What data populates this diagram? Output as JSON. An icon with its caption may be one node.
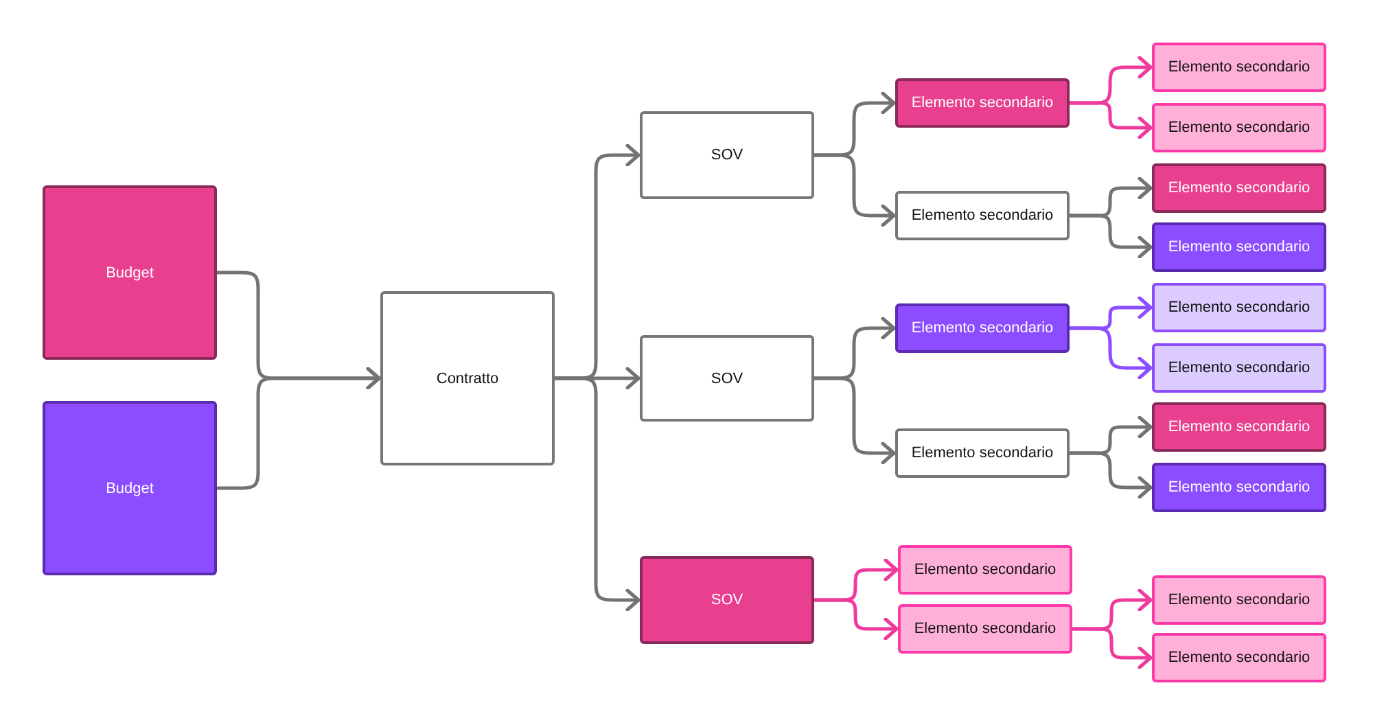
{
  "diagram": {
    "nodes": [
      {
        "text": [
          "Budget"
        ]
      },
      {
        "text": [
          "Budget"
        ]
      },
      {
        "text": [
          "Contratto"
        ]
      },
      {
        "text": [
          "SOV"
        ]
      },
      {
        "text": [
          "SOV"
        ]
      },
      {
        "text": [
          "SOV"
        ]
      },
      {
        "text": [
          "Elemento secondario"
        ]
      },
      {
        "text": [
          "Elemento secondario"
        ]
      },
      {
        "text": [
          "Elemento secondario"
        ]
      },
      {
        "text": [
          "Elemento secondario"
        ]
      },
      {
        "text": [
          "Elemento secondario"
        ]
      },
      {
        "text": [
          "Elemento secondario"
        ]
      },
      {
        "text": [
          "Elemento secondario"
        ]
      },
      {
        "text": [
          "Elemento secondario"
        ]
      },
      {
        "text": [
          "Elemento secondario"
        ]
      },
      {
        "text": [
          "Elemento secondario"
        ]
      },
      {
        "text": [
          "Elemento secondario"
        ]
      },
      {
        "text": [
          "Elemento secondario"
        ]
      },
      {
        "text": [
          "Elemento secondario"
        ]
      },
      {
        "text": [
          "Elemento secondario"
        ]
      },
      {
        "text": [
          "Elemento secondario"
        ]
      },
      {
        "text": [
          "Elemento secondario"
        ]
      }
    ],
    "edges": [
      {
        "from": 0,
        "to": 2,
        "arrow": "to"
      },
      {
        "from": 1,
        "to": 2,
        "arrow": "to"
      },
      {
        "from": 2,
        "to": 3,
        "arrow": "to"
      },
      {
        "from": 2,
        "to": 4,
        "arrow": "to"
      },
      {
        "from": 2,
        "to": 5,
        "arrow": "to"
      },
      {
        "from": 3,
        "to": 6,
        "arrow": "to"
      },
      {
        "from": 3,
        "to": 7,
        "arrow": "to"
      },
      {
        "from": 4,
        "to": 8,
        "arrow": "to"
      },
      {
        "from": 4,
        "to": 9,
        "arrow": "to"
      },
      {
        "from": 5,
        "to": 10,
        "arrow": "to",
        "color": "#ee3a9c"
      },
      {
        "from": 5,
        "to": 11,
        "arrow": "to",
        "color": "#ee3a9c"
      },
      {
        "from": 6,
        "to": 12,
        "arrow": "to",
        "color": "#ee3a9c"
      },
      {
        "from": 6,
        "to": 13,
        "arrow": "to",
        "color": "#ee3a9c"
      },
      {
        "from": 7,
        "to": 14,
        "arrow": "to"
      },
      {
        "from": 7,
        "to": 15,
        "arrow": "to"
      },
      {
        "from": 8,
        "to": 16,
        "arrow": "to",
        "color": "#8b4dff"
      },
      {
        "from": 8,
        "to": 17,
        "arrow": "to",
        "color": "#8b4dff"
      },
      {
        "from": 9,
        "to": 18,
        "arrow": "to"
      },
      {
        "from": 9,
        "to": 19,
        "arrow": "to"
      },
      {
        "from": 11,
        "to": 20,
        "arrow": "to",
        "color": "#ee3a9c"
      },
      {
        "from": 11,
        "to": 21,
        "arrow": "to",
        "color": "#ee3a9c"
      }
    ]
  }
}
